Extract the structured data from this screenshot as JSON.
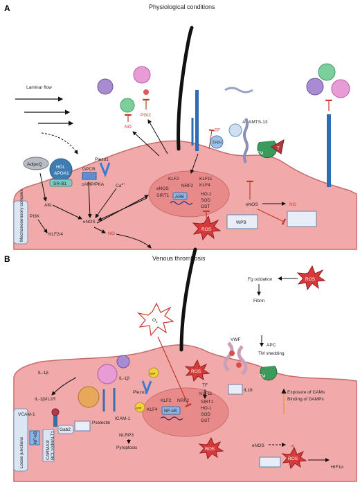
{
  "panelA": {
    "letter": "A",
    "title": "Physiological conditions",
    "laminar_flow": "Laminar flow",
    "adipoq": "AdipoQ",
    "hdl": "HDL",
    "apoa1": "APOA1",
    "srb1": "SR-B1",
    "gpcr": "GPCR",
    "piezo1": "Piezo1",
    "camp_pka": "cAMP/PKA",
    "ca": "Ca",
    "ca_sup": "2+",
    "akt": "AKt",
    "pi3k": "PI3K",
    "klf24": "KLF2/4",
    "enos_left": "eNOS",
    "no_left": "NO",
    "mechano": "Mechanosensory complex",
    "no_top": "NO",
    "pgi2": "PGI2",
    "nucleus": {
      "klf2": "KLF2",
      "nrf2": "NRF2",
      "enos": "eNOS",
      "sirt1": "SIRT1",
      "are": "ARE",
      "klf11": "KLF11",
      "klf4": "KLF4",
      "ho1": "HO-1",
      "sod": "SOD",
      "gst": "GST"
    },
    "ros": "ROS",
    "tf": "TF",
    "tfpi": "TFPI",
    "adamts13": "ADAMTS-13",
    "tm": "TM",
    "t": "T",
    "enos_right": "eNOS",
    "no_right": "NO",
    "wpb": "WPB"
  },
  "panelB": {
    "letter": "B",
    "title": "Venous thrombosis",
    "ros_top": "ROS",
    "fg_oxidation": "Fg oxidation",
    "fibrin": "Fibrin",
    "o2": "O",
    "o2_sub": "2",
    "vwf": "VWF",
    "apc": "APC",
    "tm_shedding": "TM shedding",
    "tm": "TM",
    "il1b_left": "IL-1β",
    "il1b_mid": "IL-1β",
    "il1b_il1r": "IL-1β/IL1R",
    "vcam1": "VCAM-1",
    "gab2": "Gab2",
    "pselectin": "Pselectin",
    "icam1": "ICAM-1",
    "piezo1": "Piezo1",
    "atp": "ATP",
    "atp2": "ATP",
    "nlrp3": "NLRP3",
    "pyroptosis": "Pyroptosis",
    "card": "CARMA3/",
    "bcl": "BCL10/MALT1",
    "nfkb_left": "NF-kB",
    "loose": "Loose junctions",
    "ros_mid": "ROS",
    "tf": "TF",
    "il18": "IL18",
    "exposure": "Exposure of CAMs",
    "binding": "Binding of DAMPs",
    "nucleus": {
      "klf2": "KLF2",
      "nrf2": "NRF2",
      "klf4": "KLF4",
      "nfkb": "NF-kB",
      "klf11": "KLF11",
      "sirt1": "SIRT1",
      "ho1": "HO-1",
      "sod": "SOD",
      "gst": "GST"
    },
    "ros_low": "ROS",
    "ros_right": "ROS",
    "enos": "eNOS",
    "hif1a": "HIF1α"
  }
}
